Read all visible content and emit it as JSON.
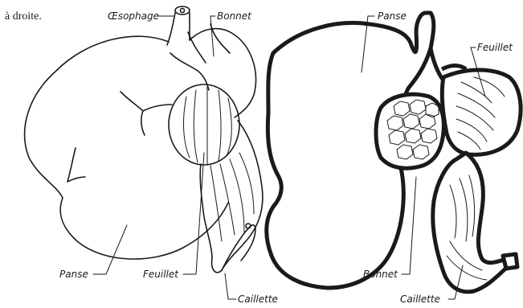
{
  "caption": "à droite.",
  "left_figure": {
    "oesophage": "Œsophage",
    "bonnet": "Bonnet",
    "panse": "Panse",
    "feuillet": "Feuillet",
    "caillette": "Caillette"
  },
  "right_figure": {
    "panse": "Panse",
    "feuillet": "Feuillet",
    "bonnet": "Bonnet",
    "caillette": "Caillette"
  }
}
